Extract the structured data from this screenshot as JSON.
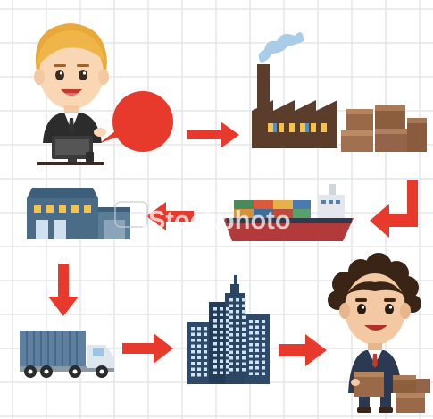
{
  "watermark": {
    "text": "iStockphoto"
  },
  "colors": {
    "arrow": "#e8392d",
    "grid": "#e3e5e8",
    "factory": "#5a3d2b",
    "ship_hull": "#b23a3a",
    "warehouse": "#4a6c86",
    "truck": "#5d7fa0",
    "city": "#2e4a6a",
    "box": "#9a6a48"
  },
  "nodes": [
    {
      "id": "seller",
      "icon": "businessman-at-desk-icon"
    },
    {
      "id": "speech",
      "icon": "speech-bubble-icon"
    },
    {
      "id": "factory",
      "icon": "factory-icon"
    },
    {
      "id": "boxes",
      "icon": "cardboard-boxes-icon"
    },
    {
      "id": "ship",
      "icon": "cargo-ship-icon"
    },
    {
      "id": "warehouse",
      "icon": "warehouse-icon"
    },
    {
      "id": "truck",
      "icon": "delivery-truck-icon"
    },
    {
      "id": "city",
      "icon": "city-buildings-icon"
    },
    {
      "id": "buyer",
      "icon": "customer-with-boxes-icon"
    }
  ],
  "edges": [
    {
      "from": "speech",
      "to": "factory",
      "direction": "right"
    },
    {
      "from": "boxes",
      "to": "ship",
      "direction": "down-left"
    },
    {
      "from": "ship",
      "to": "warehouse",
      "direction": "left"
    },
    {
      "from": "warehouse",
      "to": "truck",
      "direction": "down"
    },
    {
      "from": "truck",
      "to": "city",
      "direction": "right"
    },
    {
      "from": "city",
      "to": "buyer",
      "direction": "right"
    }
  ]
}
